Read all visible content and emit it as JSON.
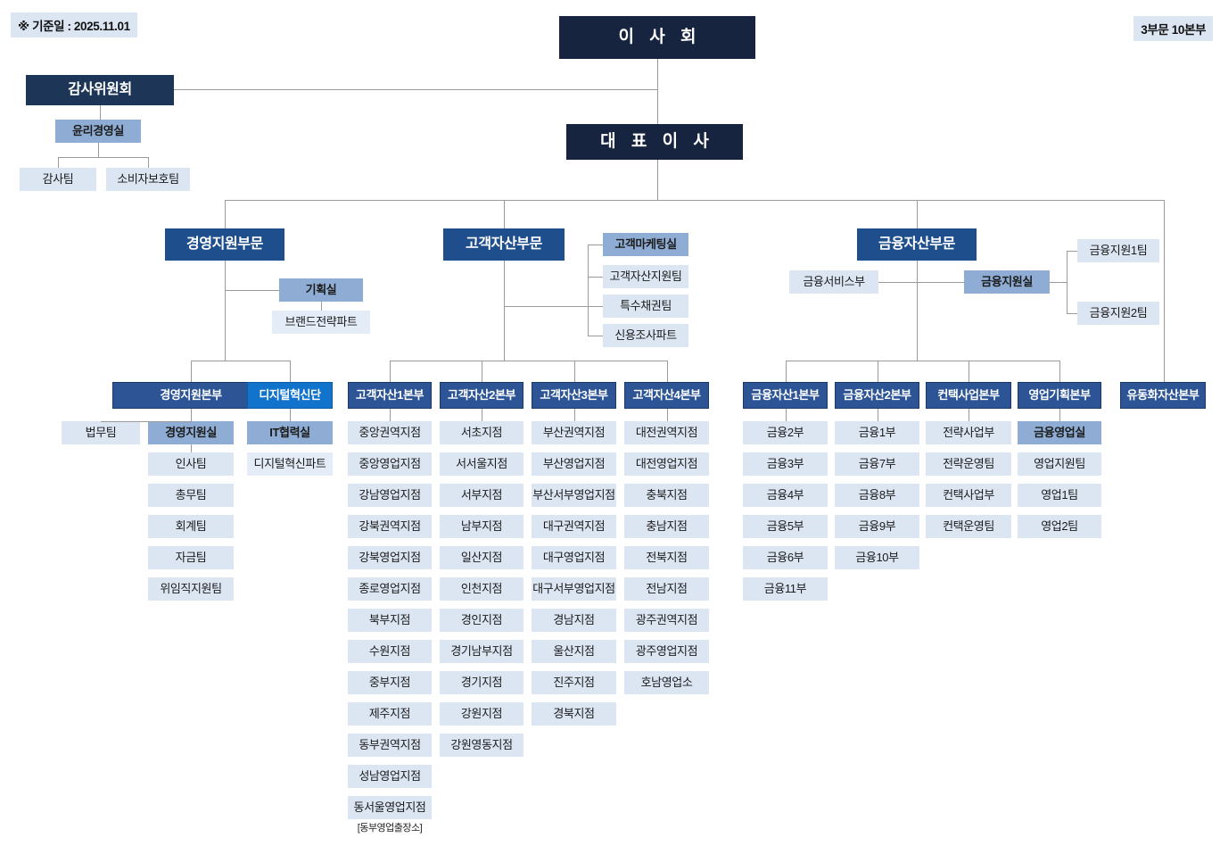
{
  "meta": {
    "reference_date_label": "※ 기준일 : 2025.11.01",
    "structure_summary": "3부문 10본부"
  },
  "colors": {
    "top": "#16243f",
    "committee": "#1d3557",
    "division": "#1f4e8c",
    "headquarters": "#2d5596",
    "headquarters_bright": "#1273cd",
    "office": "#8fadd4",
    "team": "#dce6f3",
    "part": "#e4ecf7",
    "line": "#9a9a9a"
  },
  "top": {
    "board": "이 사 회",
    "ceo": "대 표 이 사"
  },
  "audit": {
    "committee": "감사위원회",
    "office": "윤리경영실",
    "teams": [
      "감사팀",
      "소비자보호팀"
    ]
  },
  "divisions": {
    "management": {
      "name": "경영지원부문",
      "staff_office": "기획실",
      "staff_office_part": "브랜드전략파트",
      "hq": [
        {
          "name": "경영지원본부",
          "style": "hq",
          "direct_team": "법무팀",
          "office": "경영지원실",
          "teams": [
            "인사팀",
            "총무팀",
            "회계팀",
            "자금팀",
            "위임직지원팀"
          ]
        },
        {
          "name": "디지털혁신단",
          "style": "hq-bright",
          "office": "IT협력실",
          "teams": [
            "디지털혁신파트"
          ]
        }
      ]
    },
    "customer_asset": {
      "name": "고객자산부문",
      "staff": [
        {
          "name": "고객마케팅실",
          "style": "office"
        },
        {
          "name": "고객자산지원팀",
          "style": "team"
        },
        {
          "name": "특수채권팀",
          "style": "team"
        },
        {
          "name": "신용조사파트",
          "style": "team"
        }
      ],
      "hq": [
        {
          "name": "고객자산1본부",
          "teams": [
            "중앙권역지점",
            "중앙영업지점",
            "강남영업지점",
            "강북권역지점",
            "강북영업지점",
            "종로영업지점",
            "북부지점",
            "수원지점",
            "중부지점",
            "제주지점",
            "동부권역지점",
            "성남영업지점",
            "동서울영업지점"
          ],
          "footnote": "[동부영업출장소]"
        },
        {
          "name": "고객자산2본부",
          "teams": [
            "서초지점",
            "서서울지점",
            "서부지점",
            "남부지점",
            "일산지점",
            "인천지점",
            "경인지점",
            "경기남부지점",
            "경기지점",
            "강원지점",
            "강원영동지점"
          ]
        },
        {
          "name": "고객자산3본부",
          "teams": [
            "부산권역지점",
            "부산영업지점",
            "부산서부영업지점",
            "대구권역지점",
            "대구영업지점",
            "대구서부영업지점",
            "경남지점",
            "울산지점",
            "진주지점",
            "경북지점"
          ]
        },
        {
          "name": "고객자산4본부",
          "teams": [
            "대전권역지점",
            "대전영업지점",
            "충북지점",
            "충남지점",
            "전북지점",
            "전남지점",
            "광주권역지점",
            "광주영업지점",
            "호남영업소"
          ]
        }
      ]
    },
    "financial_asset": {
      "name": "금융자산부문",
      "service_dept": "금융서비스부",
      "support_office": "금융지원실",
      "support_teams": [
        "금융지원1팀",
        "금융지원2팀"
      ],
      "hq": [
        {
          "name": "금융자산1본부",
          "teams": [
            "금융2부",
            "금융3부",
            "금융4부",
            "금융5부",
            "금융6부",
            "금융11부"
          ]
        },
        {
          "name": "금융자산2본부",
          "teams": [
            "금융1부",
            "금융7부",
            "금융8부",
            "금융9부",
            "금융10부"
          ]
        },
        {
          "name": "컨택사업본부",
          "teams": [
            "전략사업부",
            "전략운영팀",
            "컨택사업부",
            "컨택운영팀"
          ]
        },
        {
          "name": "영업기획본부",
          "office": "금융영업실",
          "teams": [
            "영업지원팀",
            "영업1팀",
            "영업2팀"
          ]
        },
        {
          "name": "유동화자산본부",
          "teams": []
        }
      ]
    }
  }
}
